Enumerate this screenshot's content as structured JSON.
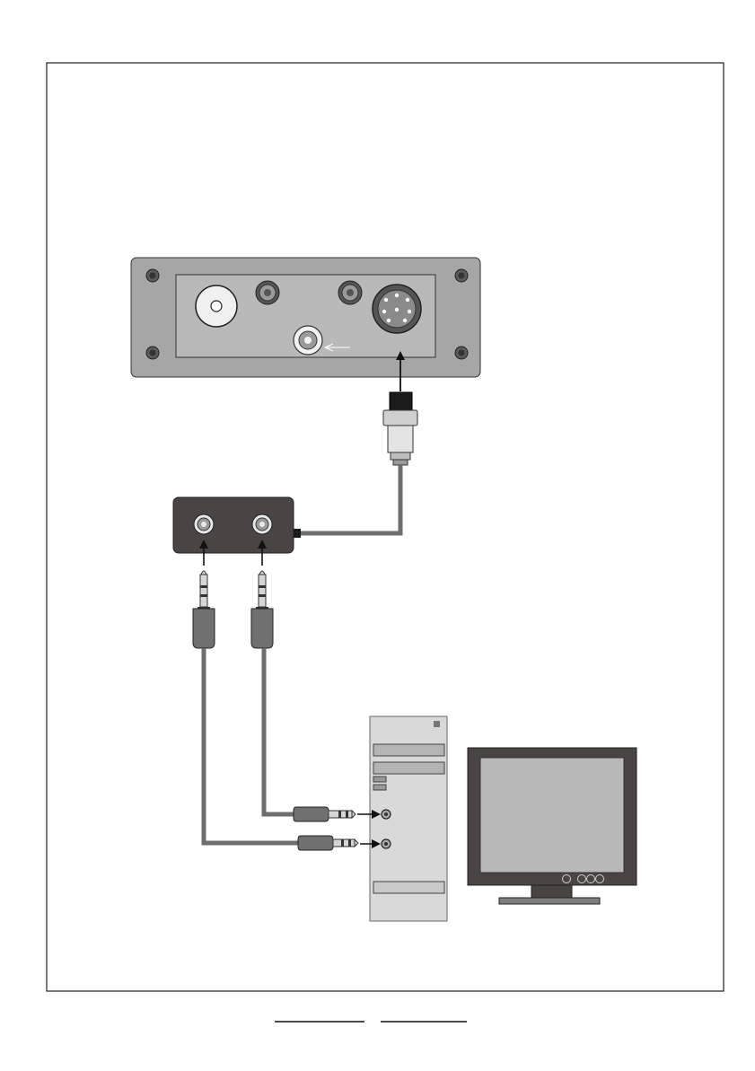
{
  "page": {
    "labels": []
  },
  "colors": {
    "background": "#ffffff",
    "frame_stroke": "#222222",
    "panel_outer": "#a6a6a6",
    "panel_inner": "#b9b9b9",
    "adapter_body": "#4a4444",
    "cable": "#6e6e6e",
    "plug_body": "#707070",
    "plug_metal": "#d6d6d6",
    "connector_dark": "#1c1c1c",
    "pc_case": "#d9d9d9",
    "pc_bay": "#b4b4b4",
    "monitor_frame": "#4a4444",
    "monitor_screen": "#b9b9b9",
    "stand": "#808080",
    "arrow": "#111111"
  },
  "components": {
    "device_panel": {
      "name": "receiver-front-panel",
      "icons": [
        "antenna-socket-icon",
        "rca-jack-icon",
        "din-socket-icon"
      ]
    },
    "din_plug": {
      "name": "din-cable-plug",
      "icons": [
        "din-plug-icon"
      ]
    },
    "adapter_box": {
      "name": "audio-splitter-box",
      "icons": [
        "rca-jack-icon"
      ]
    },
    "audio_plugs": {
      "name": "3-5mm-audio-plugs",
      "icons": [
        "jack-plug-icon"
      ]
    },
    "computer": {
      "name": "desktop-tower",
      "icons": [
        "pc-tower-icon"
      ]
    },
    "monitor": {
      "name": "computer-monitor",
      "icons": [
        "monitor-icon"
      ]
    }
  }
}
